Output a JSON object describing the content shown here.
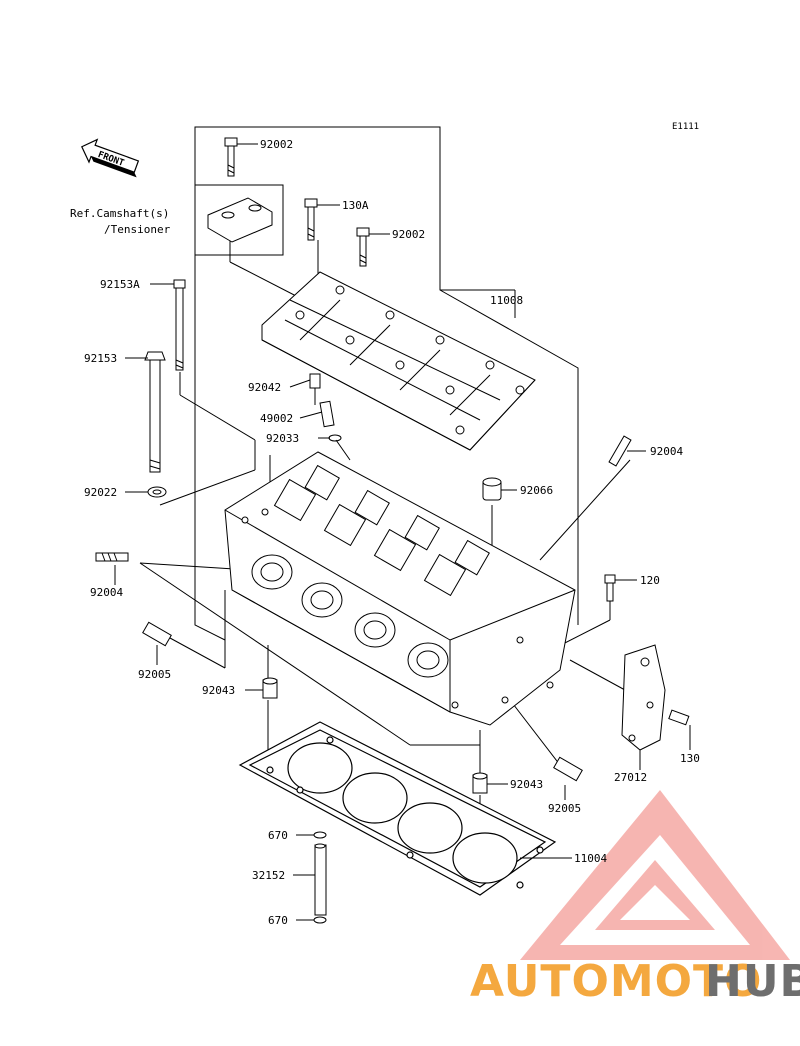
{
  "diagram": {
    "code": "E1111",
    "front_label": "FRONT",
    "ref_note": {
      "line1": "Ref.Camshaft(s)",
      "line2": "/Tensioner"
    },
    "parts": [
      {
        "id": "92002-top",
        "label": "92002"
      },
      {
        "id": "130A",
        "label": "130A"
      },
      {
        "id": "92002-mid",
        "label": "92002"
      },
      {
        "id": "11008",
        "label": "11008"
      },
      {
        "id": "92153A",
        "label": "92153A"
      },
      {
        "id": "92153",
        "label": "92153"
      },
      {
        "id": "92042",
        "label": "92042"
      },
      {
        "id": "49002",
        "label": "49002"
      },
      {
        "id": "92033",
        "label": "92033"
      },
      {
        "id": "92004-right",
        "label": "92004"
      },
      {
        "id": "92022",
        "label": "92022"
      },
      {
        "id": "92066",
        "label": "92066"
      },
      {
        "id": "92004-left",
        "label": "92004"
      },
      {
        "id": "120",
        "label": "120"
      },
      {
        "id": "92005-left",
        "label": "92005"
      },
      {
        "id": "92043-left",
        "label": "92043"
      },
      {
        "id": "130",
        "label": "130"
      },
      {
        "id": "27012",
        "label": "27012"
      },
      {
        "id": "92043-right",
        "label": "92043"
      },
      {
        "id": "92005-right",
        "label": "92005"
      },
      {
        "id": "670-top",
        "label": "670"
      },
      {
        "id": "11004",
        "label": "11004"
      },
      {
        "id": "32152",
        "label": "32152"
      },
      {
        "id": "670-bottom",
        "label": "670"
      }
    ]
  },
  "watermark": {
    "part1": "AUTOMOTO",
    "part2": "HUB"
  },
  "colors": {
    "line": "#000000",
    "watermark_red": "#e8392f",
    "watermark_orange": "#f39a1e",
    "watermark_gray": "#555555"
  }
}
